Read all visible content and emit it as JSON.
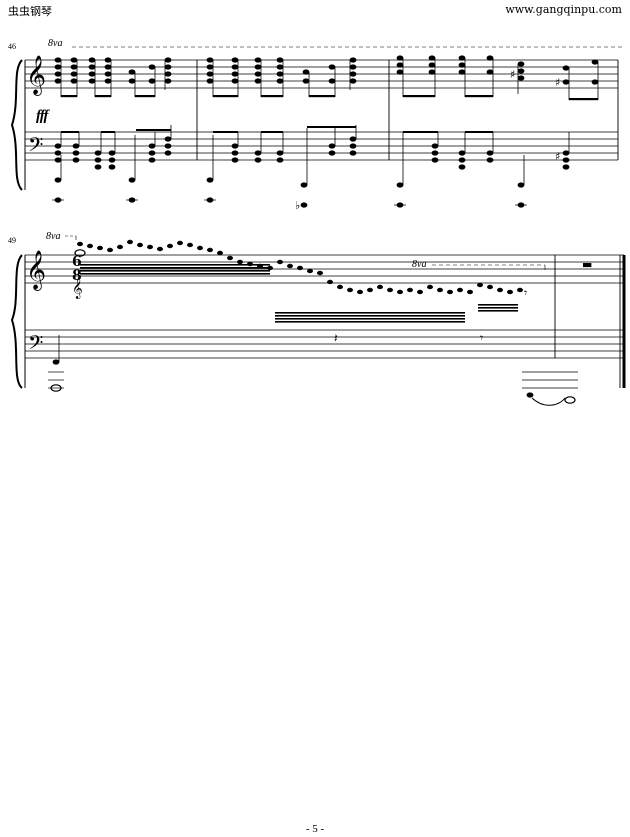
{
  "header": {
    "site_name": "虫虫钢琴",
    "site_url": "www.gangqinpu.com"
  },
  "systems": [
    {
      "measure_number": "46",
      "ottava": "8va",
      "dynamic": "fff"
    },
    {
      "measure_number": "49",
      "ottava": "8va",
      "ottava_second": "8va"
    }
  ],
  "footer": {
    "page_number": "- 5 -"
  }
}
